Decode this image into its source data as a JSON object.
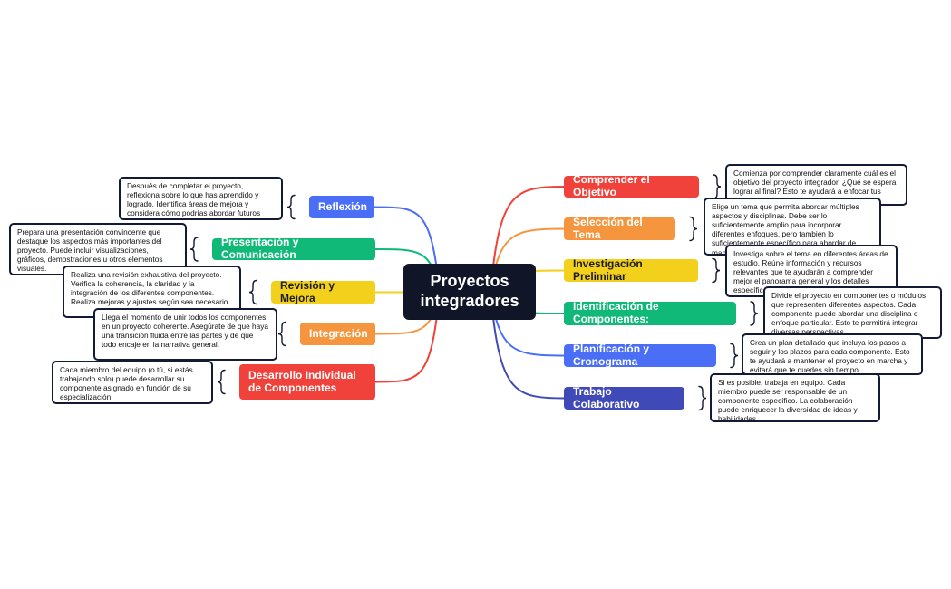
{
  "root": {
    "title": "Proyectos integradores"
  },
  "colors": {
    "red": "#f0423a",
    "orange": "#f5953e",
    "yellow": "#f2d01c",
    "green": "#10b978",
    "blue": "#4a6ef6",
    "indigo": "#4049b8",
    "dark": "#101628"
  },
  "right_branches": [
    {
      "label": "Comprender el Objetivo",
      "color": "red",
      "note": "Comienza por comprender claramente cuál es el objetivo del proyecto integrador. ¿Qué se espera lograr al final? Esto te ayudará a enfocar tus esfuerzos en la dirección correcta."
    },
    {
      "label": "Selección del Tema",
      "color": "orange",
      "note": "Elige un tema que permita abordar múltiples aspectos y disciplinas. Debe ser lo suficientemente amplio para incorporar diferentes enfoques, pero también lo suficientemente específico para abordar de manera efectiva."
    },
    {
      "label": "Investigación Preliminar",
      "color": "yellow",
      "note": "Investiga sobre el tema en diferentes áreas de estudio. Reúne información y recursos relevantes que te ayudarán a comprender mejor el panorama general y los detalles específicos."
    },
    {
      "label": "Identificación de Componentes:",
      "color": "green",
      "note": "Divide el proyecto en componentes o módulos que representen diferentes aspectos. Cada componente puede abordar una disciplina o enfoque particular. Esto te permitirá integrar diversas perspectivas."
    },
    {
      "label": "Planificación y Cronograma",
      "color": "blue",
      "note": "Crea un plan detallado que incluya los pasos a seguir y los plazos para cada componente. Esto te ayudará a mantener el proyecto en marcha y evitará que te quedes sin tiempo."
    },
    {
      "label": "Trabajo Colaborativo",
      "color": "indigo",
      "note": "Si es posible, trabaja en equipo. Cada miembro puede ser responsable de un componente específico. La colaboración puede enriquecer la diversidad de ideas y habilidades."
    }
  ],
  "left_branches": [
    {
      "label": "Reflexión",
      "color": "blue",
      "note": "Después de completar el proyecto, reflexiona sobre lo que has aprendido y logrado. Identifica áreas de mejora y considera cómo podrías abordar futuros proyectos integradores de manera más efectiva."
    },
    {
      "label": "Presentación y Comunicación",
      "color": "green",
      "note": "Prepara una presentación convincente que destaque los aspectos más importantes del proyecto. Puede incluir visualizaciones, gráficos, demostraciones u otros elementos visuales."
    },
    {
      "label": "Revisión y Mejora",
      "color": "yellow",
      "note": "Realiza una revisión exhaustiva del proyecto. Verifica la coherencia, la claridad y la integración de los diferentes componentes. Realiza mejoras y ajustes según sea necesario."
    },
    {
      "label": "Integración",
      "color": "orange",
      "note": "Llega el momento de unir todos los componentes en un proyecto coherente. Asegúrate de que haya una transición fluida entre las partes y de que todo encaje en la narrativa general."
    },
    {
      "label": "Desarrollo Individual de Componentes",
      "color": "red",
      "note": "Cada miembro del equipo (o tú, si estás trabajando solo) puede desarrollar su componente asignado en función de su especialización."
    }
  ]
}
